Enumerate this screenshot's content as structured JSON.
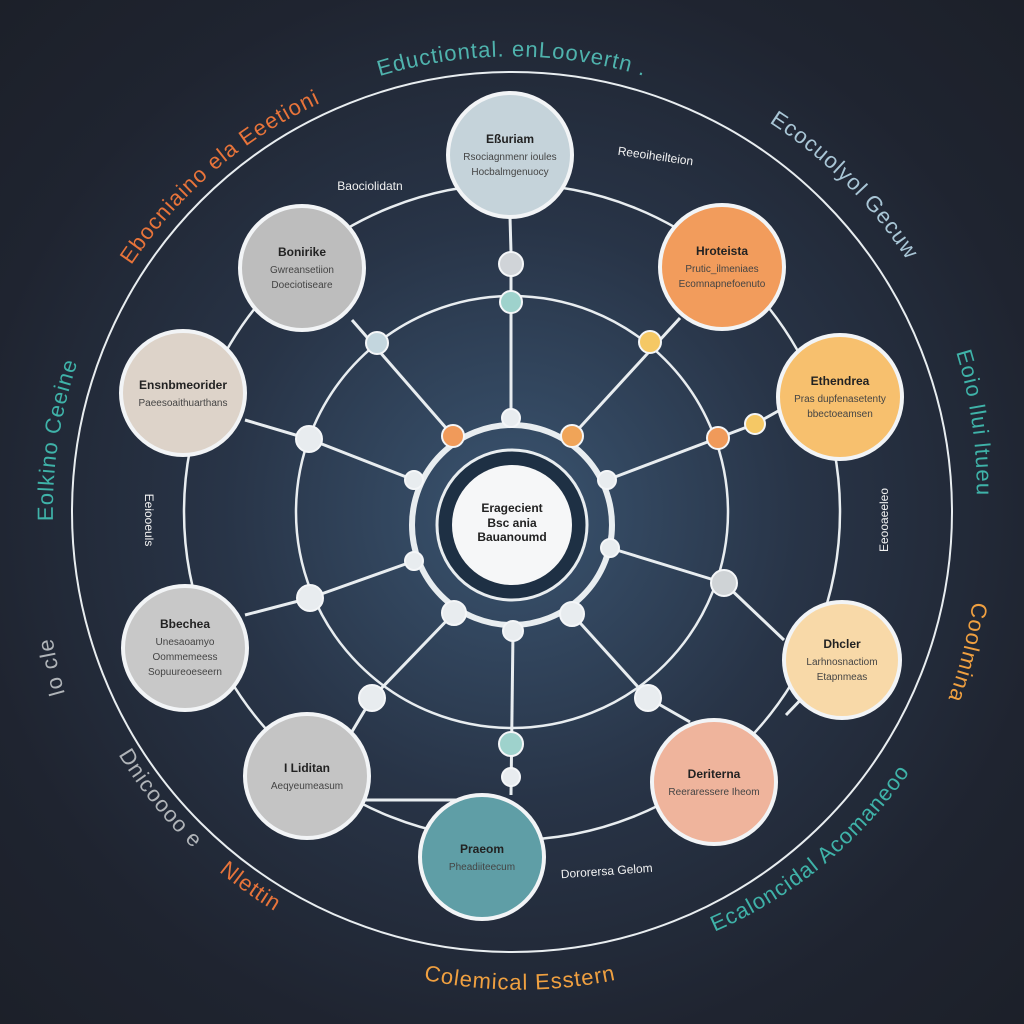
{
  "title": "Eductiontal. enLoovertn .",
  "center": {
    "lines": [
      "Eragecient",
      "Bsc ania",
      "Bauanoumd"
    ]
  },
  "nodes": [
    {
      "color": "#c5d3da",
      "title": "Eßuriam",
      "lines": [
        "Rsociagnmenr ioules",
        "Hocbalmgenuocy"
      ]
    },
    {
      "color": "#f29c5c",
      "title": "Hroteista",
      "lines": [
        "Prutic_ilmeniaes",
        "Ecomnapnefoenuto"
      ]
    },
    {
      "color": "#f7c06e",
      "title": "Ethendrea",
      "lines": [
        "Pras dupfenasetenty",
        "bbectoeamsen"
      ]
    },
    {
      "color": "#f8d9a8",
      "title": "Dhcler",
      "lines": [
        "Larhnosnactiom",
        "Etapnmeas"
      ]
    },
    {
      "color": "#efb49c",
      "title": "Deriterna",
      "lines": [
        "Reeraressere Iheom"
      ]
    },
    {
      "color": "#5f9ea6",
      "title": "Praeom",
      "lines": [
        "Pheadiiteecum"
      ]
    },
    {
      "color": "#c4c4c4",
      "title": "I Liditan",
      "lines": [
        "Aeqyeumeasum"
      ]
    },
    {
      "color": "#c8c8c8",
      "title": "Bbechea",
      "lines": [
        "Unesaoamyo",
        "Oommemeess",
        "Sopuureoeseern"
      ]
    },
    {
      "color": "#ddd3c9",
      "title": "Ensnbmeorider",
      "lines": [
        "Paeesoaithuarthans"
      ]
    },
    {
      "color": "#bdbdbd",
      "title": "Bonirike",
      "lines": [
        "Gwreansetiion",
        "Doeciotiseare"
      ]
    }
  ],
  "junction_colors": [
    "#d0d4d8",
    "#9ed2cc",
    "#c3d6de",
    "#f5c865",
    "#e8ecef",
    "#f09a5a",
    "#e8ecef",
    "#f0a458",
    "#f09a5a",
    "#f5c865",
    "#e8ecef",
    "#e8ecef",
    "#e8ecef",
    "#e8ecef",
    "#e8ecef",
    "#e8ecef",
    "#e8ecef",
    "#e8ecef",
    "#cfd3d6",
    "#e8ecef",
    "#e8ecef",
    "#9ed2cc",
    "#e8ecef"
  ],
  "outer_labels": [
    {
      "text": "Eductiontal. enLoovertn .",
      "color": "#4fb3ad"
    },
    {
      "text": "Ebocniaino ela Eeetioni",
      "color": "#e8743a"
    },
    {
      "text": "Ecocuolyol Gecuw",
      "color": "#a9c6d6"
    },
    {
      "text": "Eoio llui ltueu",
      "color": "#3fb3a9"
    },
    {
      "text": "Coolmina",
      "color": "#f0a040"
    },
    {
      "text": "Ecaloncidal Acomaneoo",
      "color": "#3fb3a9"
    },
    {
      "text": "Colemical Esstern",
      "color": "#f0a040"
    },
    {
      "text": "Dnicoooo e",
      "color": "#b0b4b8"
    },
    {
      "text": "Nlettin",
      "color": "#e8743a"
    },
    {
      "text": "Eolkino Ceeine",
      "color": "#3fb3a9"
    },
    {
      "text": "lo cle",
      "color": "#b0b4b8"
    }
  ],
  "small_labels": [
    "Baociolidatn",
    "Reeoiheilteion",
    "Eeiooeuls",
    "Eeooaeeleo",
    "Dororersa Gelom"
  ]
}
